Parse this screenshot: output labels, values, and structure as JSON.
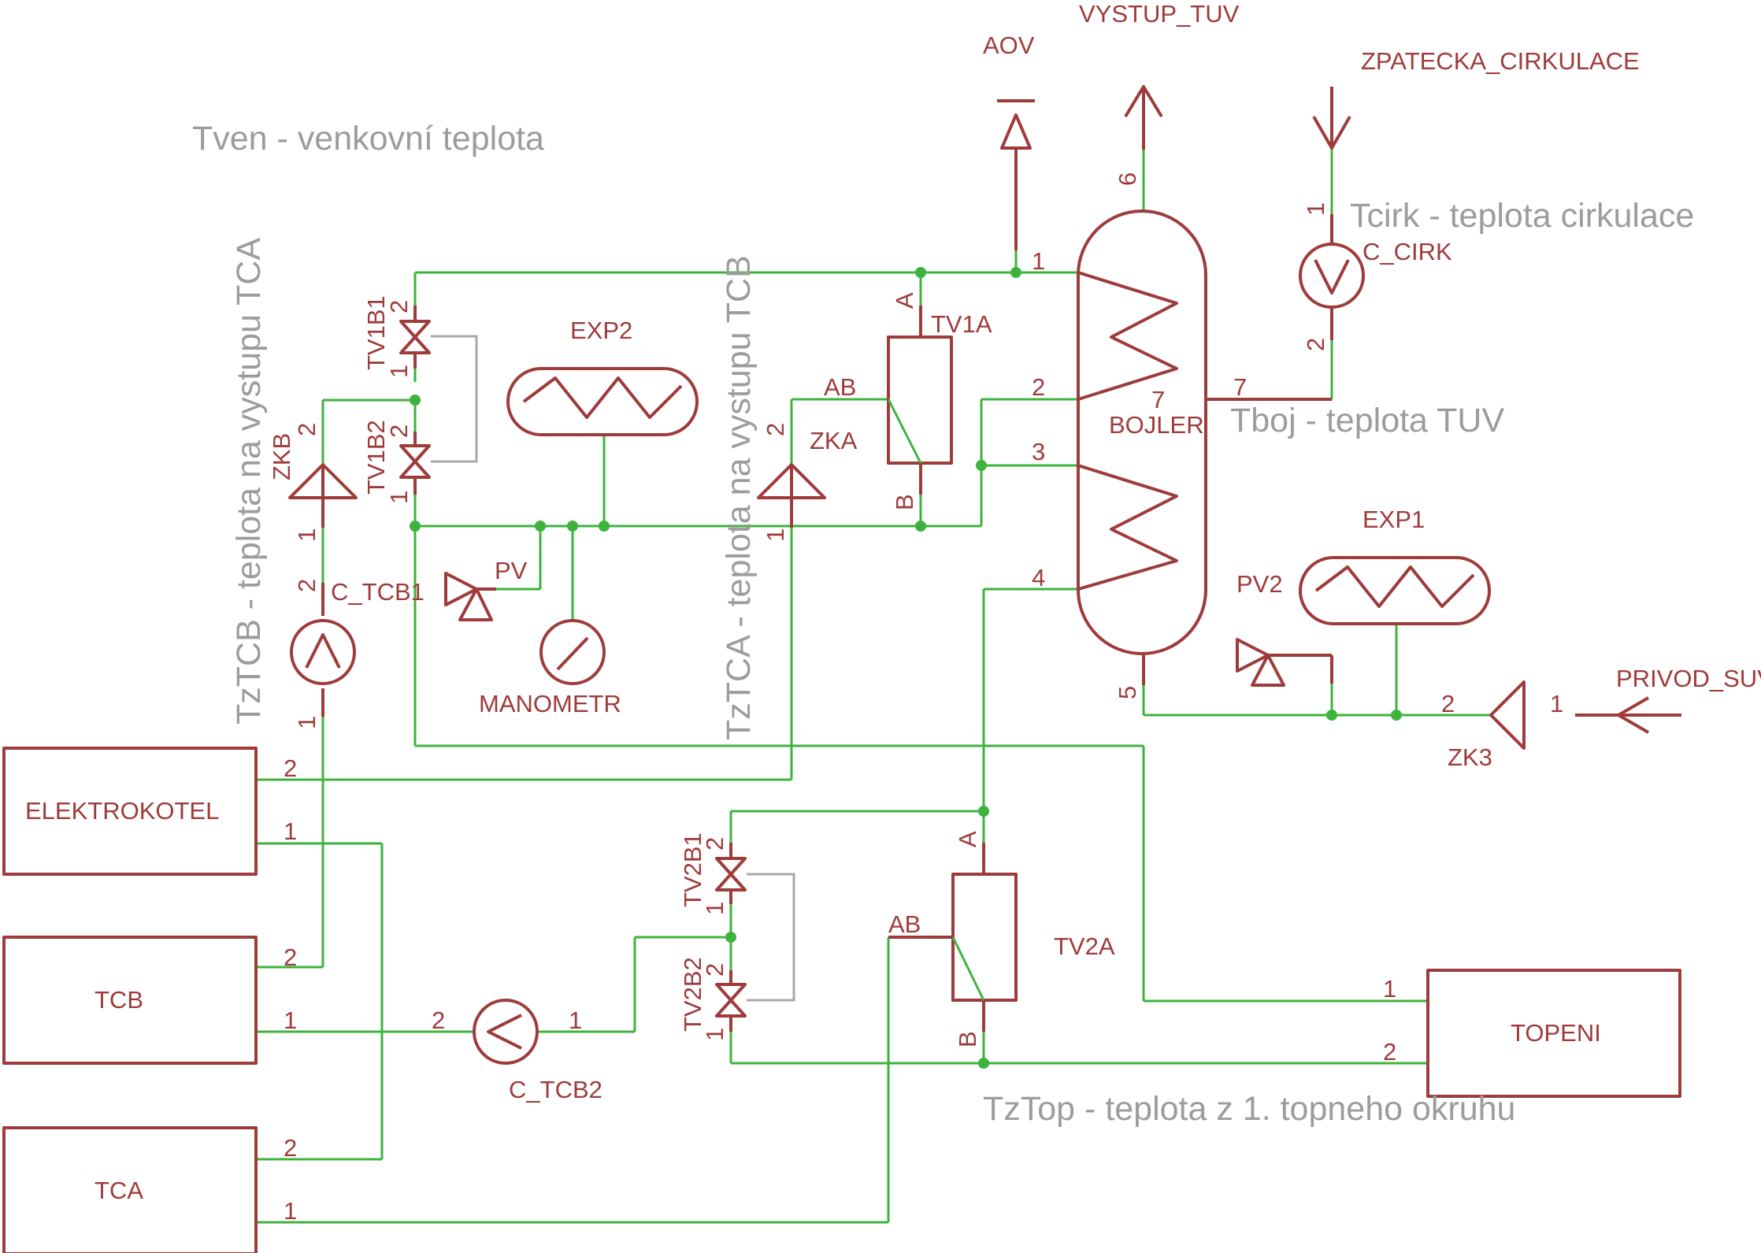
{
  "labels": {
    "aov": "AOV",
    "vystup_tuv": "VYSTUP_TUV",
    "zpatecka_cirkulace": "ZPATECKA_CIRKULACE",
    "c_cirk": "C_CIRK",
    "bojler": "BOJLER",
    "tv1a": "TV1A",
    "exp2": "EXP2",
    "tv1b1": "TV1B1",
    "tv1b2": "TV1B2",
    "zkb": "ZKB",
    "zka": "ZKA",
    "pv": "PV",
    "manometr": "MANOMETR",
    "c_tcb1": "C_TCB1",
    "exp1": "EXP1",
    "pv2": "PV2",
    "privod_suv": "PRIVOD_SUV",
    "zk3": "ZK3",
    "elektrokotel": "ELEKTROKOTEL",
    "tcb": "TCB",
    "tca": "TCA",
    "c_tcb2": "C_TCB2",
    "tv2b1": "TV2B1",
    "tv2b2": "TV2B2",
    "tv2a": "TV2A",
    "topeni": "TOPENI"
  },
  "notes": {
    "tven": "Tven - venkovní teplota",
    "tcirk": "Tcirk - teplota cirkulace",
    "tboj": "Tboj - teplota TUV",
    "tztcb": "TzTCB - teplota na vystupu TCA",
    "tztca": "TzTCA - teplota na vystupu TCB",
    "tztop": "TzTop - teplota z 1. topneho okruhu"
  },
  "pins": {
    "one": "1",
    "two": "2",
    "three": "3",
    "four": "4",
    "five": "5",
    "six": "6",
    "seven": "7",
    "a": "A",
    "b": "B",
    "ab": "AB"
  },
  "colors": {
    "component": "#9e3b3b",
    "wire": "#3db33d",
    "note": "#9c9c9c",
    "valve_link": "#a8a8a8"
  }
}
